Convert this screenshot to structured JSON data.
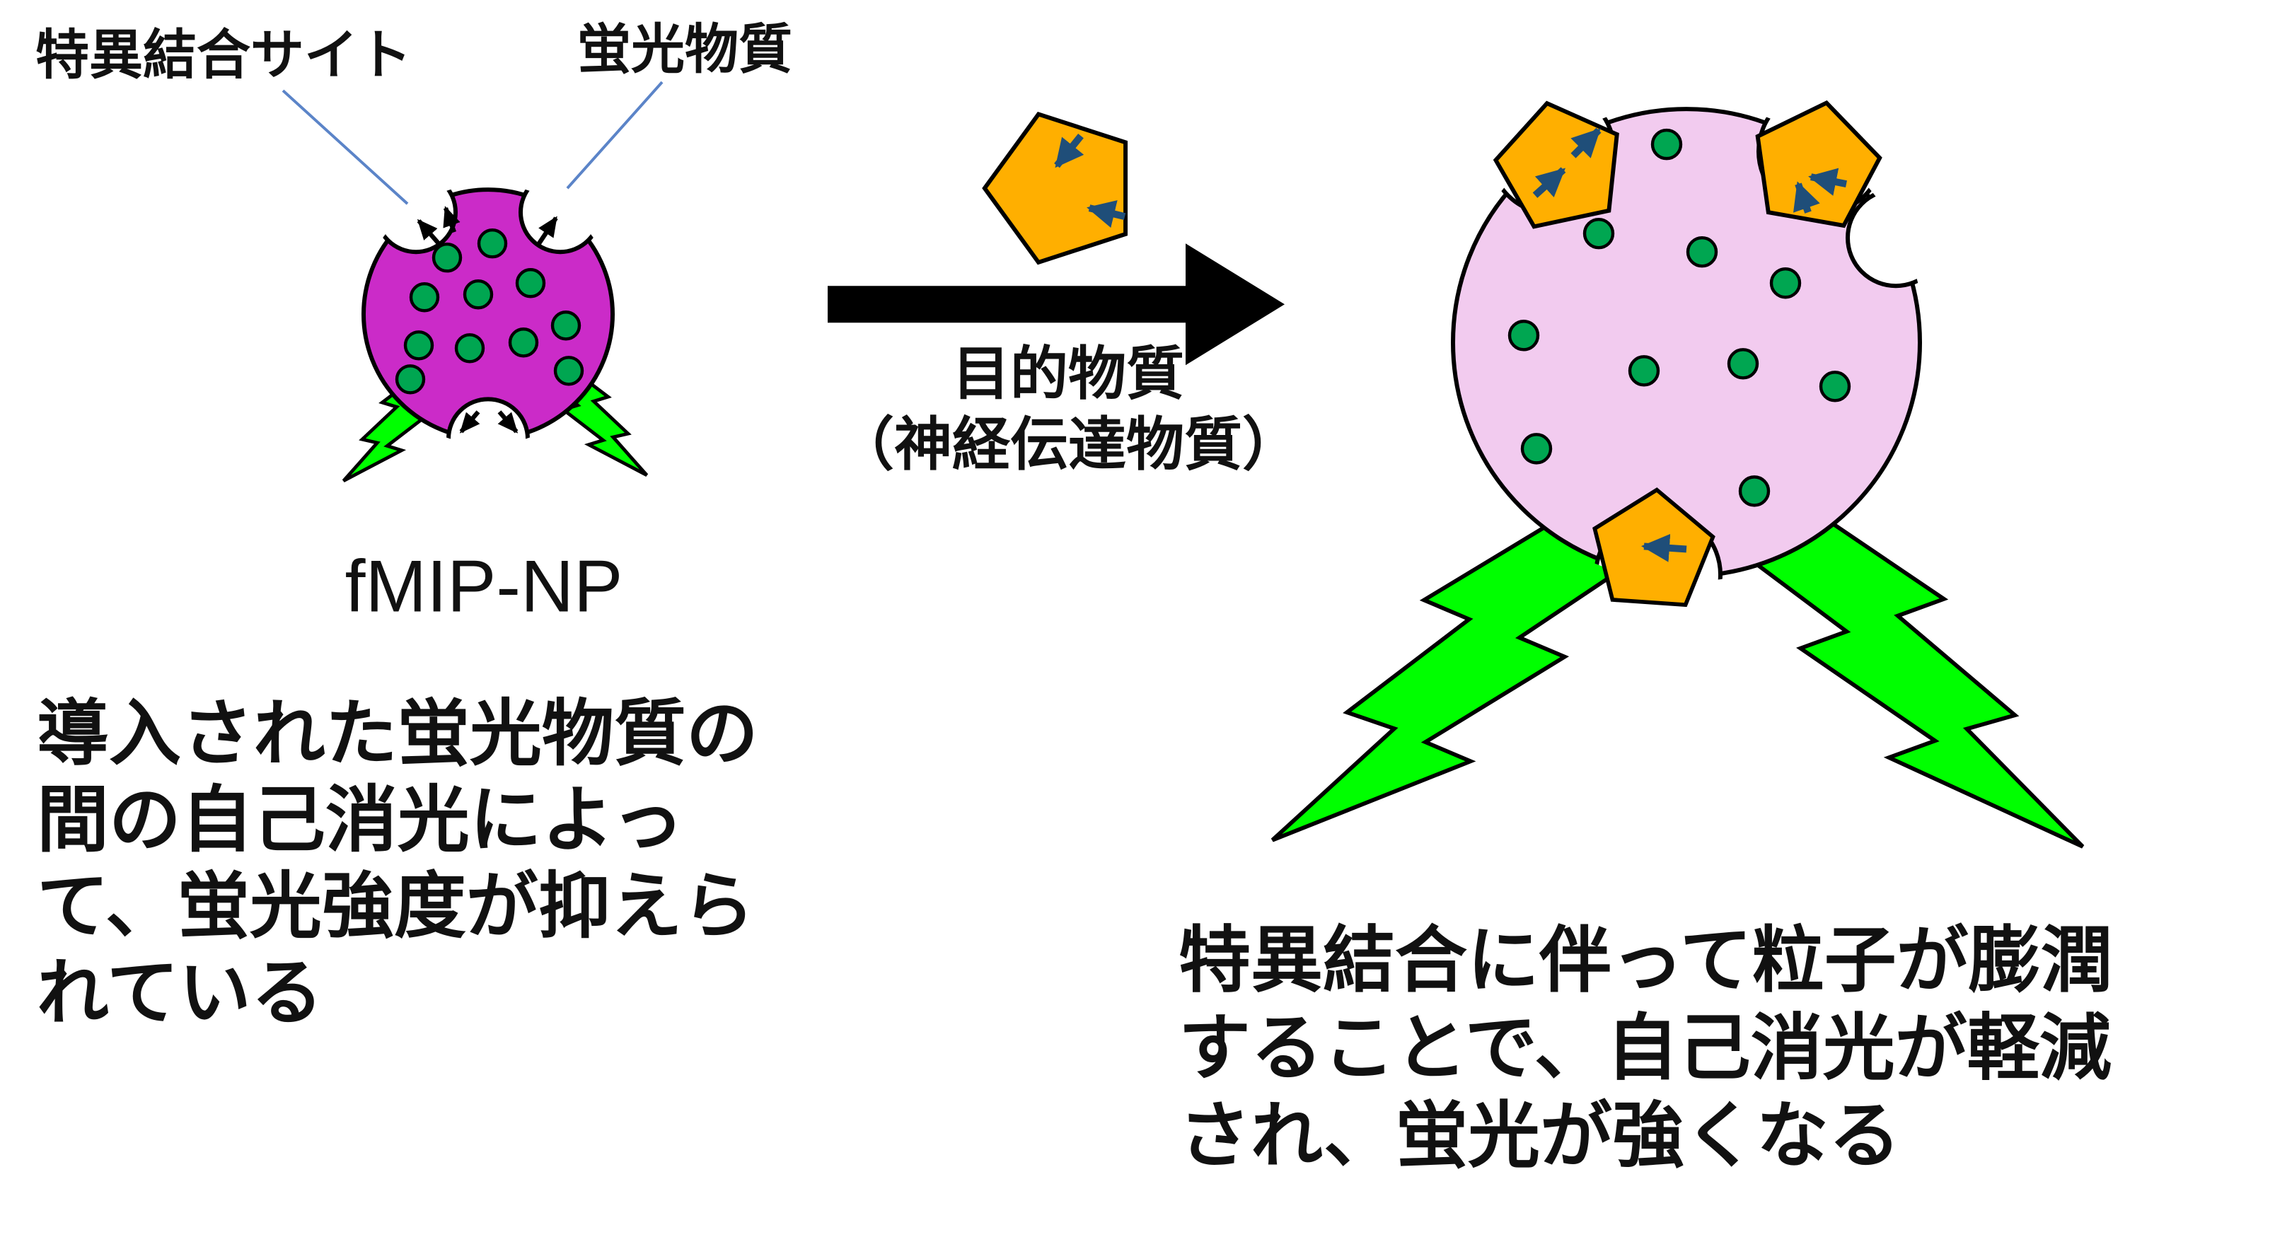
{
  "colors": {
    "magenta_particle": "#CB2BC8",
    "swollen_particle": "#F2CBEF",
    "green_dot": "#00A651",
    "lightning_green": "#00FF00",
    "pentagon_orange": "#FFAF00",
    "arrow_black": "#000000",
    "leader_blue": "#5B84C8",
    "pentagon_arrow_blue": "#1F4E79",
    "outline": "#000000"
  },
  "top_labels": {
    "binding_site": "特異結合サイト",
    "fluorophore": "蛍光物質"
  },
  "particle": {
    "name": "fMIP-NP"
  },
  "target": {
    "line1": "目的物質",
    "line2": "（神経伝達物質）"
  },
  "left_caption": {
    "line1": "導入された蛍光物質の",
    "line2": "間の自己消光によっ",
    "line3": "て、蛍光強度が抑えら",
    "line4": "れている"
  },
  "right_caption": {
    "line1": "特異結合に伴って粒子が膨潤",
    "line2": "することで、自己消光が軽減",
    "line3": "され、蛍光が強くなる"
  }
}
